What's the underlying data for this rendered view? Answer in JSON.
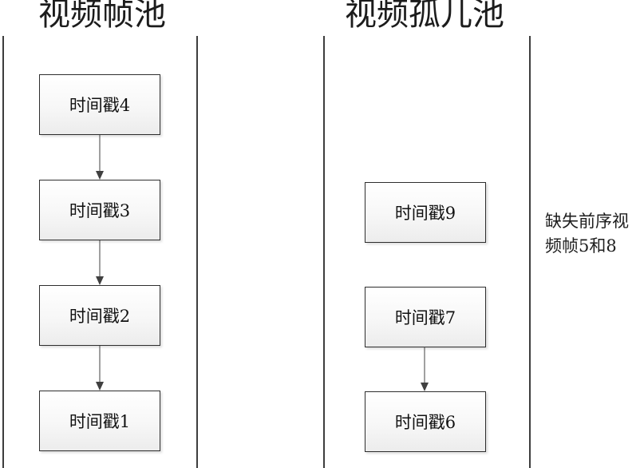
{
  "diagram": {
    "pools": [
      {
        "id": "video-frame-pool",
        "title": "视频帧池",
        "nodes": [
          {
            "label": "时间戳4"
          },
          {
            "label": "时间戳3"
          },
          {
            "label": "时间戳2"
          },
          {
            "label": "时间戳1"
          }
        ],
        "edges": [
          {
            "from": "时间戳4",
            "to": "时间戳3",
            "direction": "down"
          },
          {
            "from": "时间戳3",
            "to": "时间戳2",
            "direction": "down"
          },
          {
            "from": "时间戳2",
            "to": "时间戳1",
            "direction": "down"
          }
        ]
      },
      {
        "id": "video-orphan-pool",
        "title": "视频孤儿池",
        "nodes": [
          {
            "label": "时间戳9"
          },
          {
            "label": "时间戳7"
          },
          {
            "label": "时间戳6"
          }
        ],
        "edges": [
          {
            "from": "时间戳7",
            "to": "时间戳6",
            "direction": "down"
          }
        ]
      }
    ],
    "annotation": {
      "text": "缺失前序视频帧5和8",
      "line1": "缺失前序视",
      "line2": "频帧5和8"
    },
    "colors": {
      "background": "#ffffff",
      "node_border": "#2e2e2e",
      "node_fill_top": "#ffffff",
      "node_fill_bottom": "#ececec",
      "lane_line": "#3d3d3d",
      "arrow": "#404040",
      "text": "#111111"
    }
  }
}
